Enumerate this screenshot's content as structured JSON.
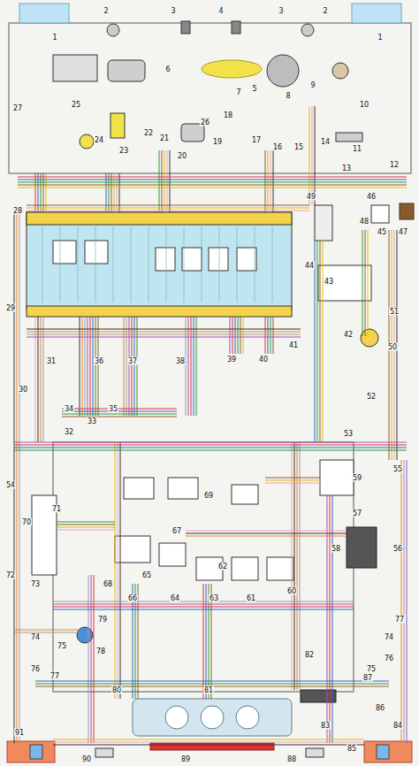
{
  "diagram": {
    "labels": [
      "1",
      "2",
      "3",
      "4",
      "5",
      "3",
      "2",
      "1",
      "6",
      "7",
      "8",
      "9",
      "10",
      "11",
      "12",
      "13",
      "14",
      "15",
      "16",
      "17",
      "18",
      "19",
      "20",
      "21",
      "22",
      "23",
      "24",
      "25",
      "26",
      "27",
      "28",
      "29",
      "30",
      "31",
      "32",
      "33",
      "34",
      "35",
      "36",
      "37",
      "38",
      "39",
      "40",
      "41",
      "42",
      "43",
      "44",
      "45",
      "46",
      "47",
      "48",
      "49",
      "50",
      "51",
      "52",
      "53",
      "54",
      "55",
      "56",
      "57",
      "58",
      "59",
      "60",
      "61",
      "62",
      "63",
      "64",
      "65",
      "66",
      "67",
      "68",
      "69",
      "70",
      "71",
      "72",
      "73",
      "74",
      "75",
      "76",
      "77",
      "78",
      "79",
      "80",
      "81",
      "82",
      "83",
      "84",
      "85",
      "86",
      "87",
      "88",
      "89",
      "90",
      "91",
      "74",
      "75",
      "76",
      "77"
    ]
  }
}
